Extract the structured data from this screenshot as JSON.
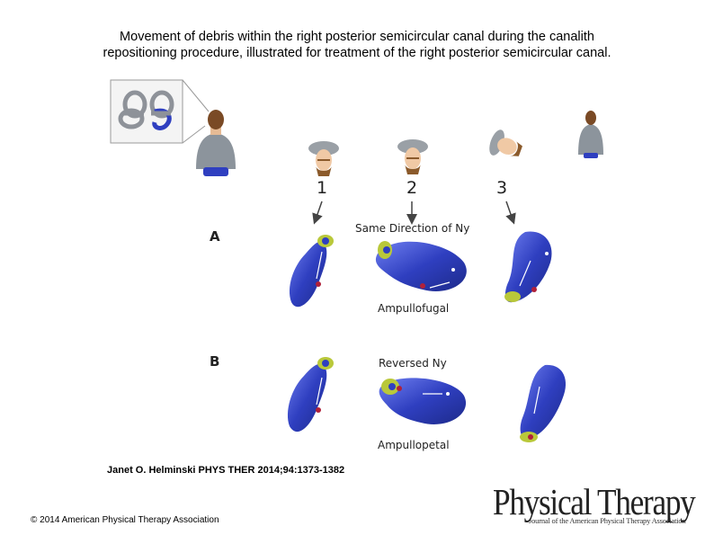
{
  "slide": {
    "title_line1": "Movement of debris within the right posterior semicircular canal during the canalith",
    "title_line2": "repositioning procedure, illustrated for treatment of the right posterior semicircular canal.",
    "citation": "Janet O. Helminski PHYS THER 2014;94:1373-1382",
    "copyright": "© 2014 American Physical Therapy Association"
  },
  "figure": {
    "steps": [
      "1",
      "2",
      "3"
    ],
    "row_a_label": "A",
    "row_b_label": "B",
    "row_a_caption_top": "Same Direction of Ny",
    "row_a_caption_bottom": "Ampullofugal",
    "row_b_caption_top": "Reversed Ny",
    "row_b_caption_bottom": "Ampullopetal"
  },
  "logo": {
    "name": "Physical Therapy",
    "subtitle": "Journal of the American Physical Therapy Association"
  },
  "colors": {
    "canal_blue": "#2f3fc0",
    "canal_highlight": "#6f7ff0",
    "ampulla_green": "#b9c83a",
    "debris_red": "#b0213a",
    "skin": "#f0c9a5",
    "shirt_gray": "#8c949c"
  }
}
